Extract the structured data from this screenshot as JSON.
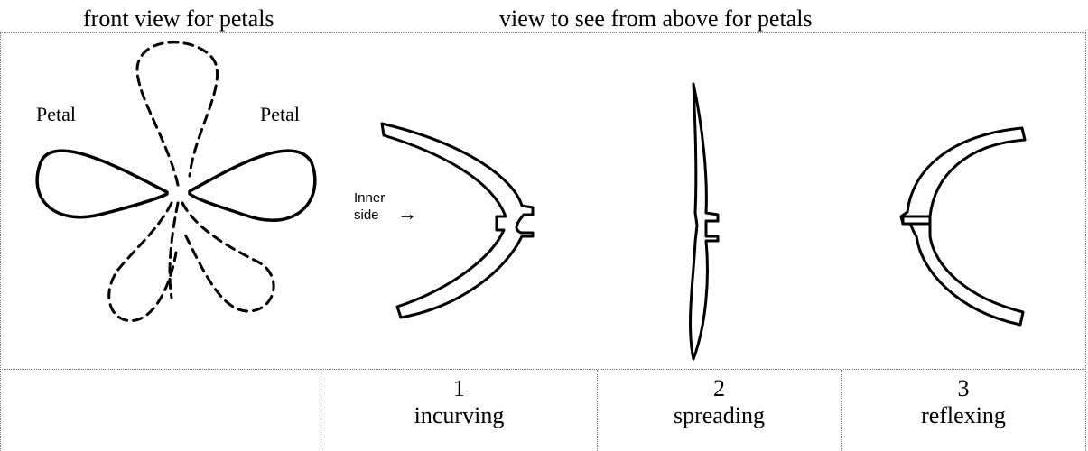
{
  "headings": {
    "front_view": "front view for petals",
    "above_view": "view to see from above for petals"
  },
  "labels": {
    "petal_left": "Petal",
    "petal_right": "Petal",
    "inner_side_line1": "Inner",
    "inner_side_line2": "side",
    "inner_side_arrow": "→"
  },
  "table": {
    "columns": [
      {
        "number": "",
        "name": ""
      },
      {
        "number": "1",
        "name": "incurving"
      },
      {
        "number": "2",
        "name": "spreading"
      },
      {
        "number": "3",
        "name": "reflexing"
      }
    ]
  }
}
